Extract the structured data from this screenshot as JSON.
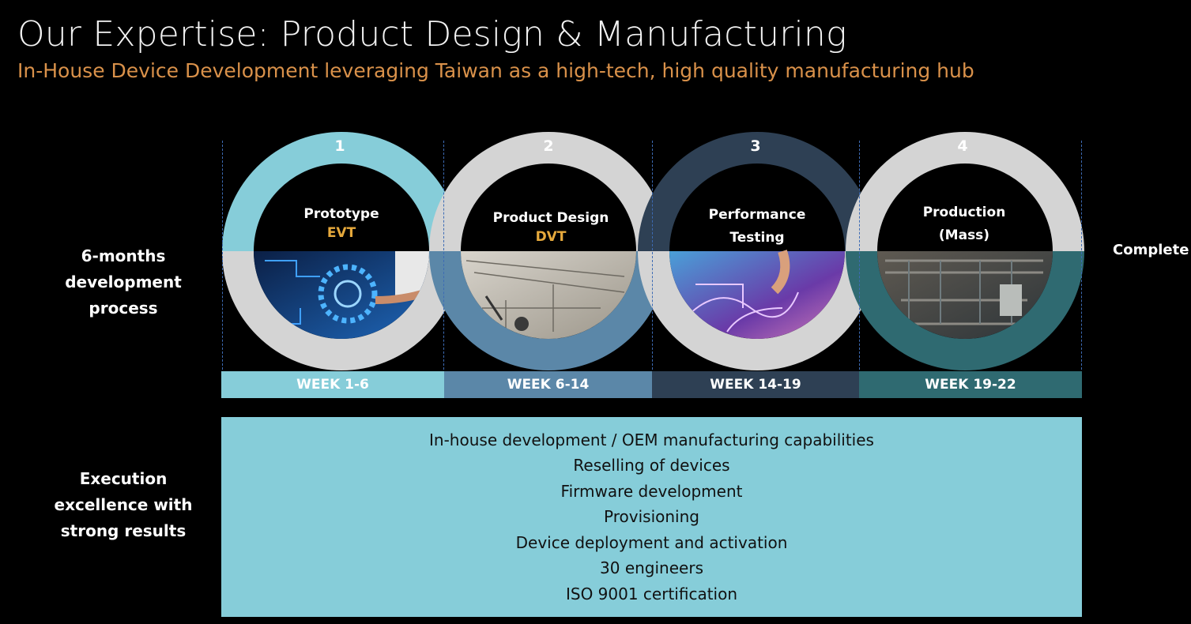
{
  "title": "Our Expertise: Product Design & Manufacturing",
  "subtitle": "In-House Device Development leveraging Taiwan as a high-tech, high quality manufacturing hub",
  "left_labels": {
    "process": [
      "6-months",
      "development",
      "process"
    ],
    "execution": [
      "Execution",
      "excellence with",
      "strong results"
    ]
  },
  "complete_label": "Complete",
  "stages": [
    {
      "number": "1",
      "title_lines": [
        "Prototype"
      ],
      "code": "EVT",
      "week": "WEEK 1-6",
      "ring_color": "#86cdd9",
      "week_color": "#86cdd9",
      "photo": "circuit-gear-icon"
    },
    {
      "number": "2",
      "title_lines": [
        "Product Design"
      ],
      "code": "DVT",
      "week": "WEEK 6-14",
      "ring_color": "#5b87a8",
      "week_color": "#5b87a8",
      "photo": "blueprint-icon"
    },
    {
      "number": "3",
      "title_lines": [
        "Performance",
        "Testing"
      ],
      "code": "",
      "week": "WEEK 14-19",
      "ring_color": "#2e4054",
      "week_color": "#2e4054",
      "photo": "circuit-board-icon"
    },
    {
      "number": "4",
      "title_lines": [
        "Production",
        "(Mass)"
      ],
      "code": "",
      "week": "WEEK 19-22",
      "ring_color": "#2f6a71",
      "week_color": "#2f6a71",
      "photo": "factory-line-icon"
    }
  ],
  "ring_gray": "#d4d4d4",
  "capabilities": [
    "In-house development / OEM manufacturing capabilities",
    "Reselling of devices",
    "Firmware development",
    "Provisioning",
    "Device deployment and activation",
    "30 engineers",
    "ISO 9001 certification"
  ]
}
